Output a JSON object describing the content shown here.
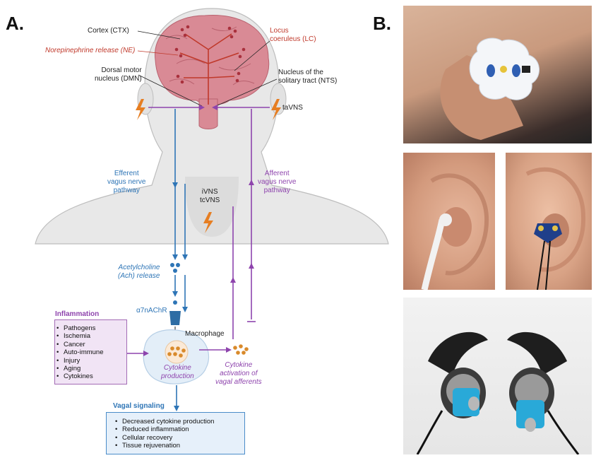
{
  "panels": {
    "a": "A.",
    "b": "B."
  },
  "labels": {
    "cortex": "Cortex (CTX)",
    "ne": "Norepinephrine release (NE)",
    "lc": "Locus\ncoeruleus (LC)",
    "dmn": "Dorsal motor\nnucleus (DMN)",
    "nts": "Nucleus of the\nsolitary tract (NTS)",
    "tavns": "taVNS",
    "efferent": "Efferent\nvagus nerve\npathway",
    "afferent": "Afferent\nvagus nerve\npathway",
    "ivns": "iVNS\ntcVNS",
    "ach": "Acetylcholine\n(Ach) release",
    "receptor": "α7nAChR",
    "macrophage": "Macrophage",
    "cytokine_prod": "Cytokine\nproduction",
    "cytokine_act": "Cytokine\nactivation of\nvagal afferents"
  },
  "inflammation": {
    "title": "Inflammation",
    "items": [
      "Pathogens",
      "Ischemia",
      "Cancer",
      "Auto-immune",
      "Injury",
      "Aging",
      "Cytokines"
    ]
  },
  "vagal": {
    "title": "Vagal signaling",
    "items": [
      "Decreased cytokine production",
      "Reduced inflammation",
      "Cellular recovery",
      "Tissue rejuvenation"
    ]
  },
  "colors": {
    "efferent": "#2e75b6",
    "afferent": "#8e44ad",
    "brain": "#d98a95",
    "lightning": "#e67e22",
    "ne_red": "#c0392b"
  }
}
